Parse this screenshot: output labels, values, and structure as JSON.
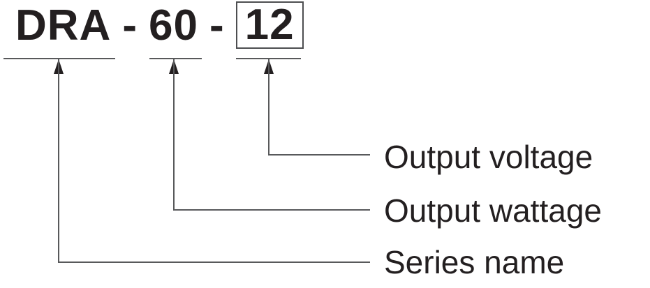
{
  "model_code": {
    "series": "DRA",
    "dash1": "-",
    "wattage": "60",
    "dash2": "-",
    "voltage": "12"
  },
  "callouts": {
    "voltage": {
      "label": "Output voltage"
    },
    "wattage": {
      "label": "Output wattage"
    },
    "series": {
      "label": "Series name"
    }
  },
  "colors": {
    "ink": "#231f20",
    "line": "#58595b",
    "box_border": "#4d4e50",
    "background": "#ffffff"
  }
}
